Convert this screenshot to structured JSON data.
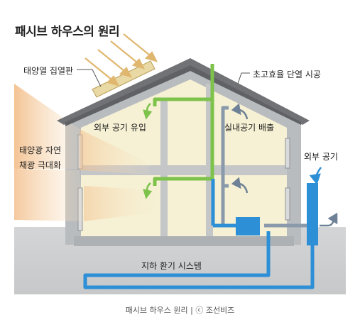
{
  "title": "패시브 하우스의 원리",
  "labels": {
    "solar_collector": "태양열 집열판",
    "insulation": "초고효율 단열 시공",
    "outdoor_air_in": "외부 공기 유입",
    "indoor_air_out": "실내공기 배출",
    "solar_light_line1": "태양광 자연",
    "solar_light_line2": "채광 극대화",
    "outdoor_air": "외부 공기",
    "geothermal": "지하 환기 시스템"
  },
  "caption": "패시브 하우스 원리 | ⓒ 조선비즈",
  "colors": {
    "green_duct": "#7dc24b",
    "blue_duct": "#2d8fd6",
    "grey_duct": "#8a9aab",
    "roof": "#707275",
    "wall": "#b9bcbf",
    "interior": "#f6f1d4",
    "ground": "#cfd1d3",
    "sunlight": "#f4c79a"
  }
}
